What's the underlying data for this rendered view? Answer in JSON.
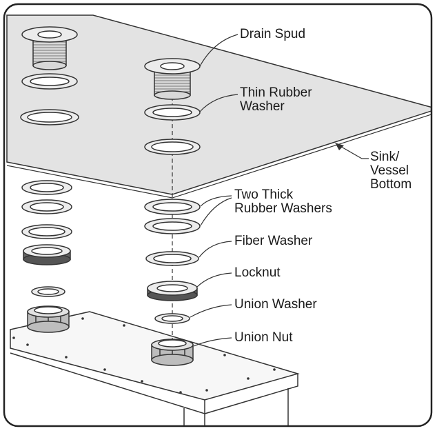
{
  "labels": {
    "drain_spud": "Drain Spud",
    "thin_rubber_washer": [
      "Thin Rubber",
      "Washer"
    ],
    "sink_vessel_bottom": [
      "Sink/",
      "Vessel",
      "Bottom"
    ],
    "two_thick_rubber_washers": [
      "Two Thick",
      "Rubber Washers"
    ],
    "fiber_washer": "Fiber Washer",
    "locknut": "Locknut",
    "union_washer": "Union Washer",
    "union_nut": "Union Nut"
  },
  "colors": {
    "sheet_fill": "#e3e3e3",
    "line": "#333333",
    "ring_fill": "#ececec",
    "frame": "#222222"
  }
}
